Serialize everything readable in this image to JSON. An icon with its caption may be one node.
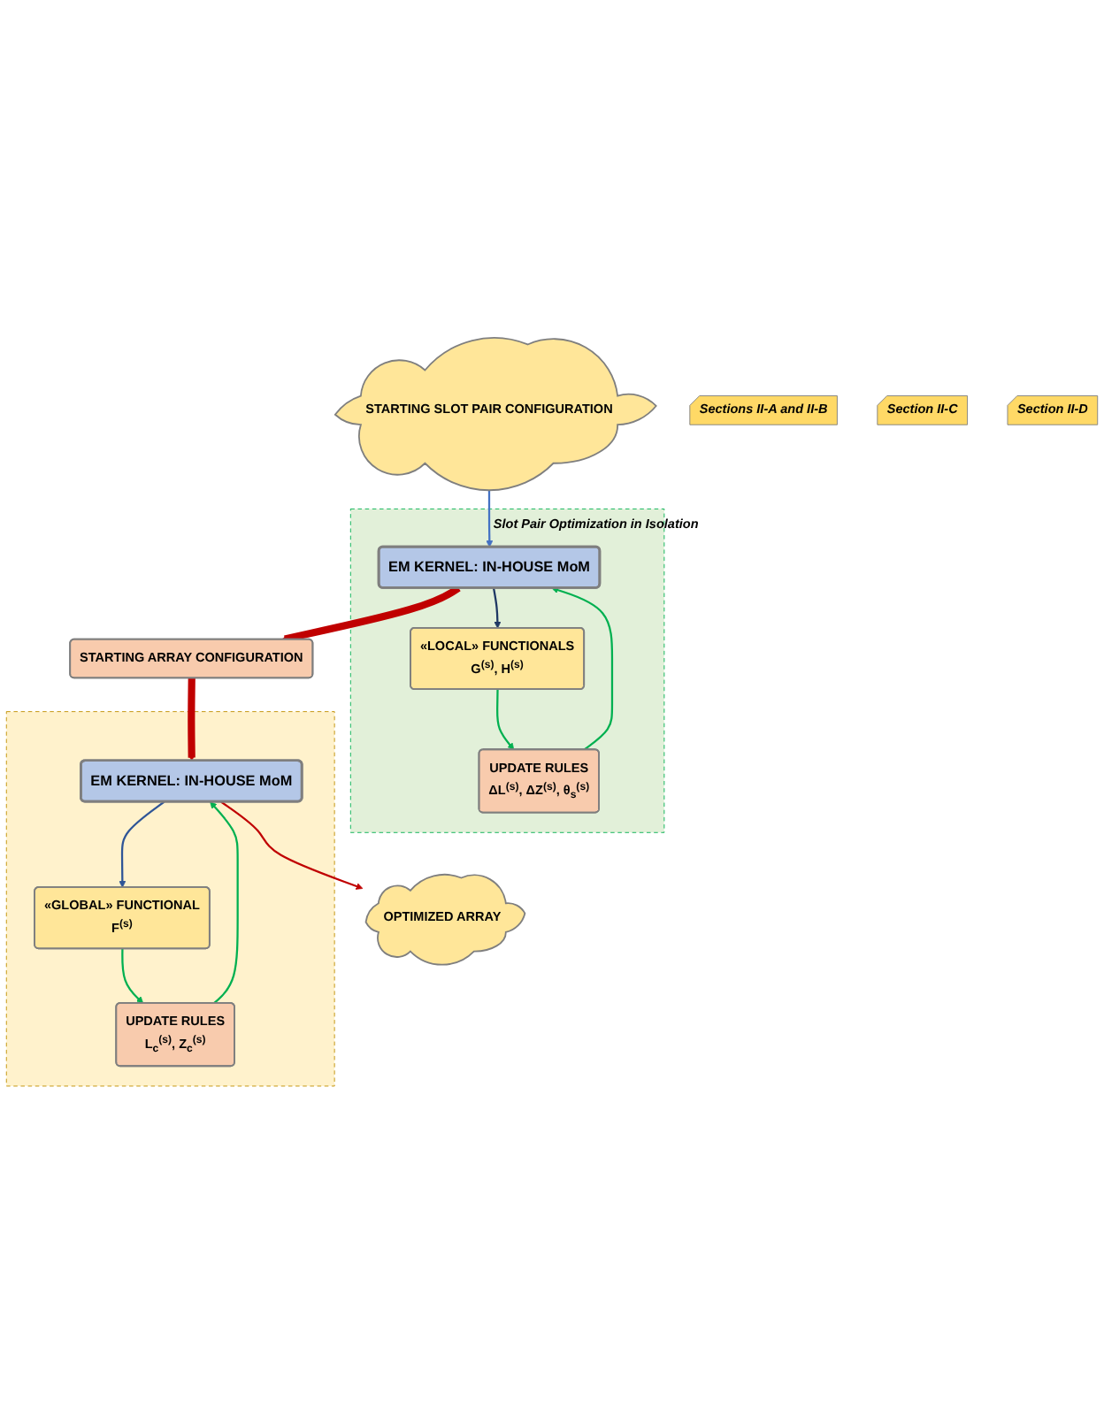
{
  "diagram": {
    "nodes": [
      {
        "text": [
          "STARTING SLOT PAIR CONFIGURATION"
        ]
      },
      {
        "text": [
          "Slot Pair Optimization in Isolation"
        ]
      },
      {
        "text": [
          "EM KERNEL: IN-HOUSE MoM"
        ],
        "in": 1
      },
      {
        "text": [
          "«LOCAL» FUNCTIONALS",
          "G$^{(s)}$, H$^{(s)}$"
        ],
        "in": 1
      },
      {
        "text": [
          "UPDATE RULES",
          "ΔL$^{(s)}$, ΔZ$^{(s)}$, θ$_{s}$$^{(s)}$"
        ],
        "in": 1
      },
      {
        "text": [
          "Sections II-A and II-B"
        ]
      },
      {
        "text": [
          "STARTING ARRAY CONFIGURATION"
        ]
      },
      {
        "text": [
          "Section II-C"
        ]
      },
      {
        "text": [],
        "shape": "box"
      },
      {
        "text": [
          "EM KERNEL: IN-HOUSE MoM"
        ],
        "in": 8
      },
      {
        "text": [
          "«GLOBAL» FUNCTIONAL",
          "F$^{(s)}$"
        ],
        "in": 8
      },
      {
        "text": [
          "UPDATE RULES",
          "L$_{c}$$^{(s)}$, Z$_{c}$$^{(s)}$"
        ],
        "in": 8
      },
      {
        "text": [
          "OPTIMIZED ARRAY"
        ]
      },
      {
        "text": [
          "Section II-D"
        ]
      }
    ],
    "edges": [
      {
        "from": 0,
        "to": 2,
        "arrow": "to",
        "color": "#4472c4"
      },
      {
        "from": 2,
        "to": 3,
        "arrow": "to",
        "color": "#1f3864"
      },
      {
        "from": 3,
        "to": 4,
        "arrow": "to"
      },
      {
        "from": 4,
        "to": 2,
        "arrow": "to"
      },
      {
        "from": 2,
        "to": 6,
        "arrow": "to",
        "style": "thick",
        "color": "#c00000"
      },
      {
        "from": 6,
        "to": 9,
        "arrow": "to",
        "style": "thick",
        "color": "#c00000"
      },
      {
        "from": 9,
        "to": 10,
        "arrow": "to",
        "color": "#2f5597"
      },
      {
        "from": 10,
        "to": 11,
        "arrow": "to"
      },
      {
        "from": 11,
        "to": 9,
        "arrow": "to"
      },
      {
        "from": 9,
        "to": 12,
        "arrow": "to",
        "color": "#c00000"
      }
    ]
  }
}
